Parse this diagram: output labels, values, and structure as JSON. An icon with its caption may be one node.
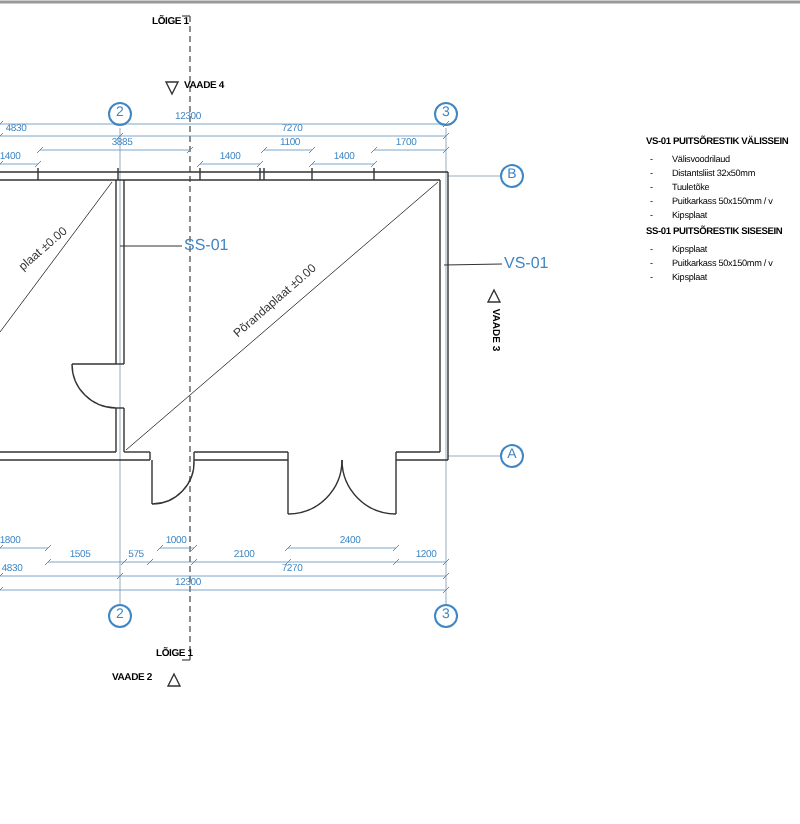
{
  "diagram": {
    "nodes": [
      {
        "text": [
          "SS-01"
        ]
      },
      {
        "text": [
          "VS-01"
        ]
      }
    ],
    "edges": [
      {
        "from": 0,
        "to": null,
        "arrow": "none"
      },
      {
        "from": 1,
        "to": null,
        "arrow": "none"
      }
    ],
    "labels": [
      "LÕIGE 1",
      "VAADE 4",
      "2",
      "3",
      "12300",
      "4830",
      "7270",
      "3885",
      "1100",
      "1700",
      "1400",
      "1400",
      "1400",
      "VS-01 PUITSÕRESTIK VÄLISSEIN",
      "-",
      "Välisvoodrilaud",
      "-",
      "Distantsliist 32x50mm",
      "-",
      "Tuuletõke",
      "-",
      "Puitkarkass 50x150mm / v",
      "-",
      "Kipsplaat",
      "B",
      "SS-01 PUITSÕRESTIK SISESEIN",
      "-",
      "Kipsplaat",
      "-",
      "Puitkarkass 50x150mm / v",
      "-",
      "Kipsplaat",
      "plaat ±0.00",
      "Põrandaplaat ±0.00",
      "VAADE 3",
      "A",
      "1800",
      "1000",
      "2400",
      "1505",
      "575",
      "2100",
      "1200",
      "4830",
      "7270",
      "12300",
      "2",
      "3",
      "LÕIGE 1",
      "VAADE 2"
    ]
  }
}
